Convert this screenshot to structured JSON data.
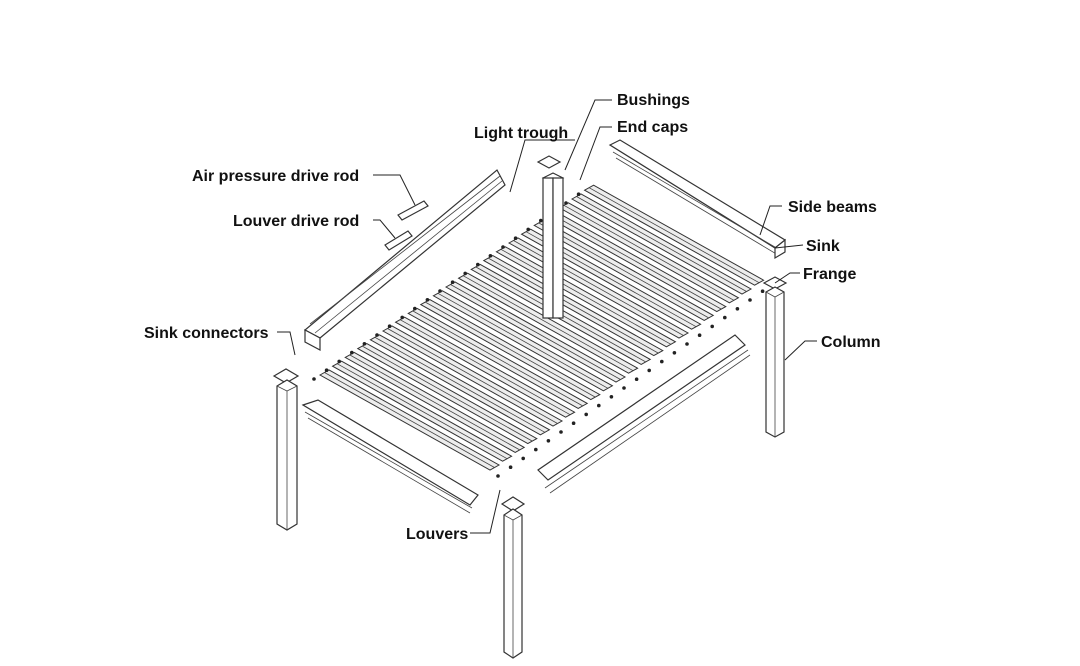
{
  "labels": {
    "bushings": "Bushings",
    "light_trough": "Light trough",
    "end_caps": "End caps",
    "air_pressure_drive_rod": "Air pressure drive rod",
    "louver_drive_rod": "Louver drive rod",
    "side_beams": "Side beams",
    "sink": "Sink",
    "frange": "Frange",
    "sink_connectors": "Sink connectors",
    "column": "Column",
    "louvers": "Louvers"
  },
  "louver_count": 22,
  "colors": {
    "line": "#333333",
    "fill": "#ededed",
    "text": "#111111"
  }
}
